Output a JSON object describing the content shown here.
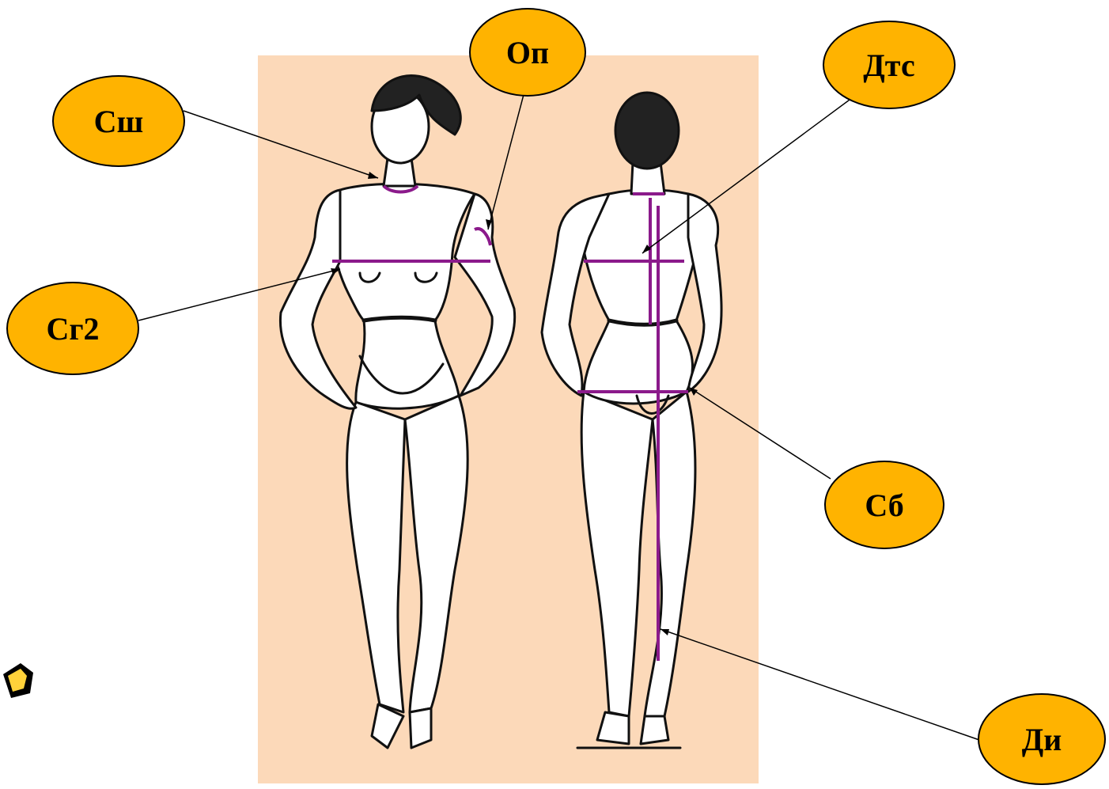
{
  "labels": {
    "csh": "Сш",
    "op": "Оп",
    "dts": "Дтс",
    "cg2": "Сг2",
    "sb": "Сб",
    "di": "Ди"
  },
  "colors": {
    "panel": "#fcd9b9",
    "bubble": "#ffb300",
    "measure_line": "#8b1a8b"
  }
}
